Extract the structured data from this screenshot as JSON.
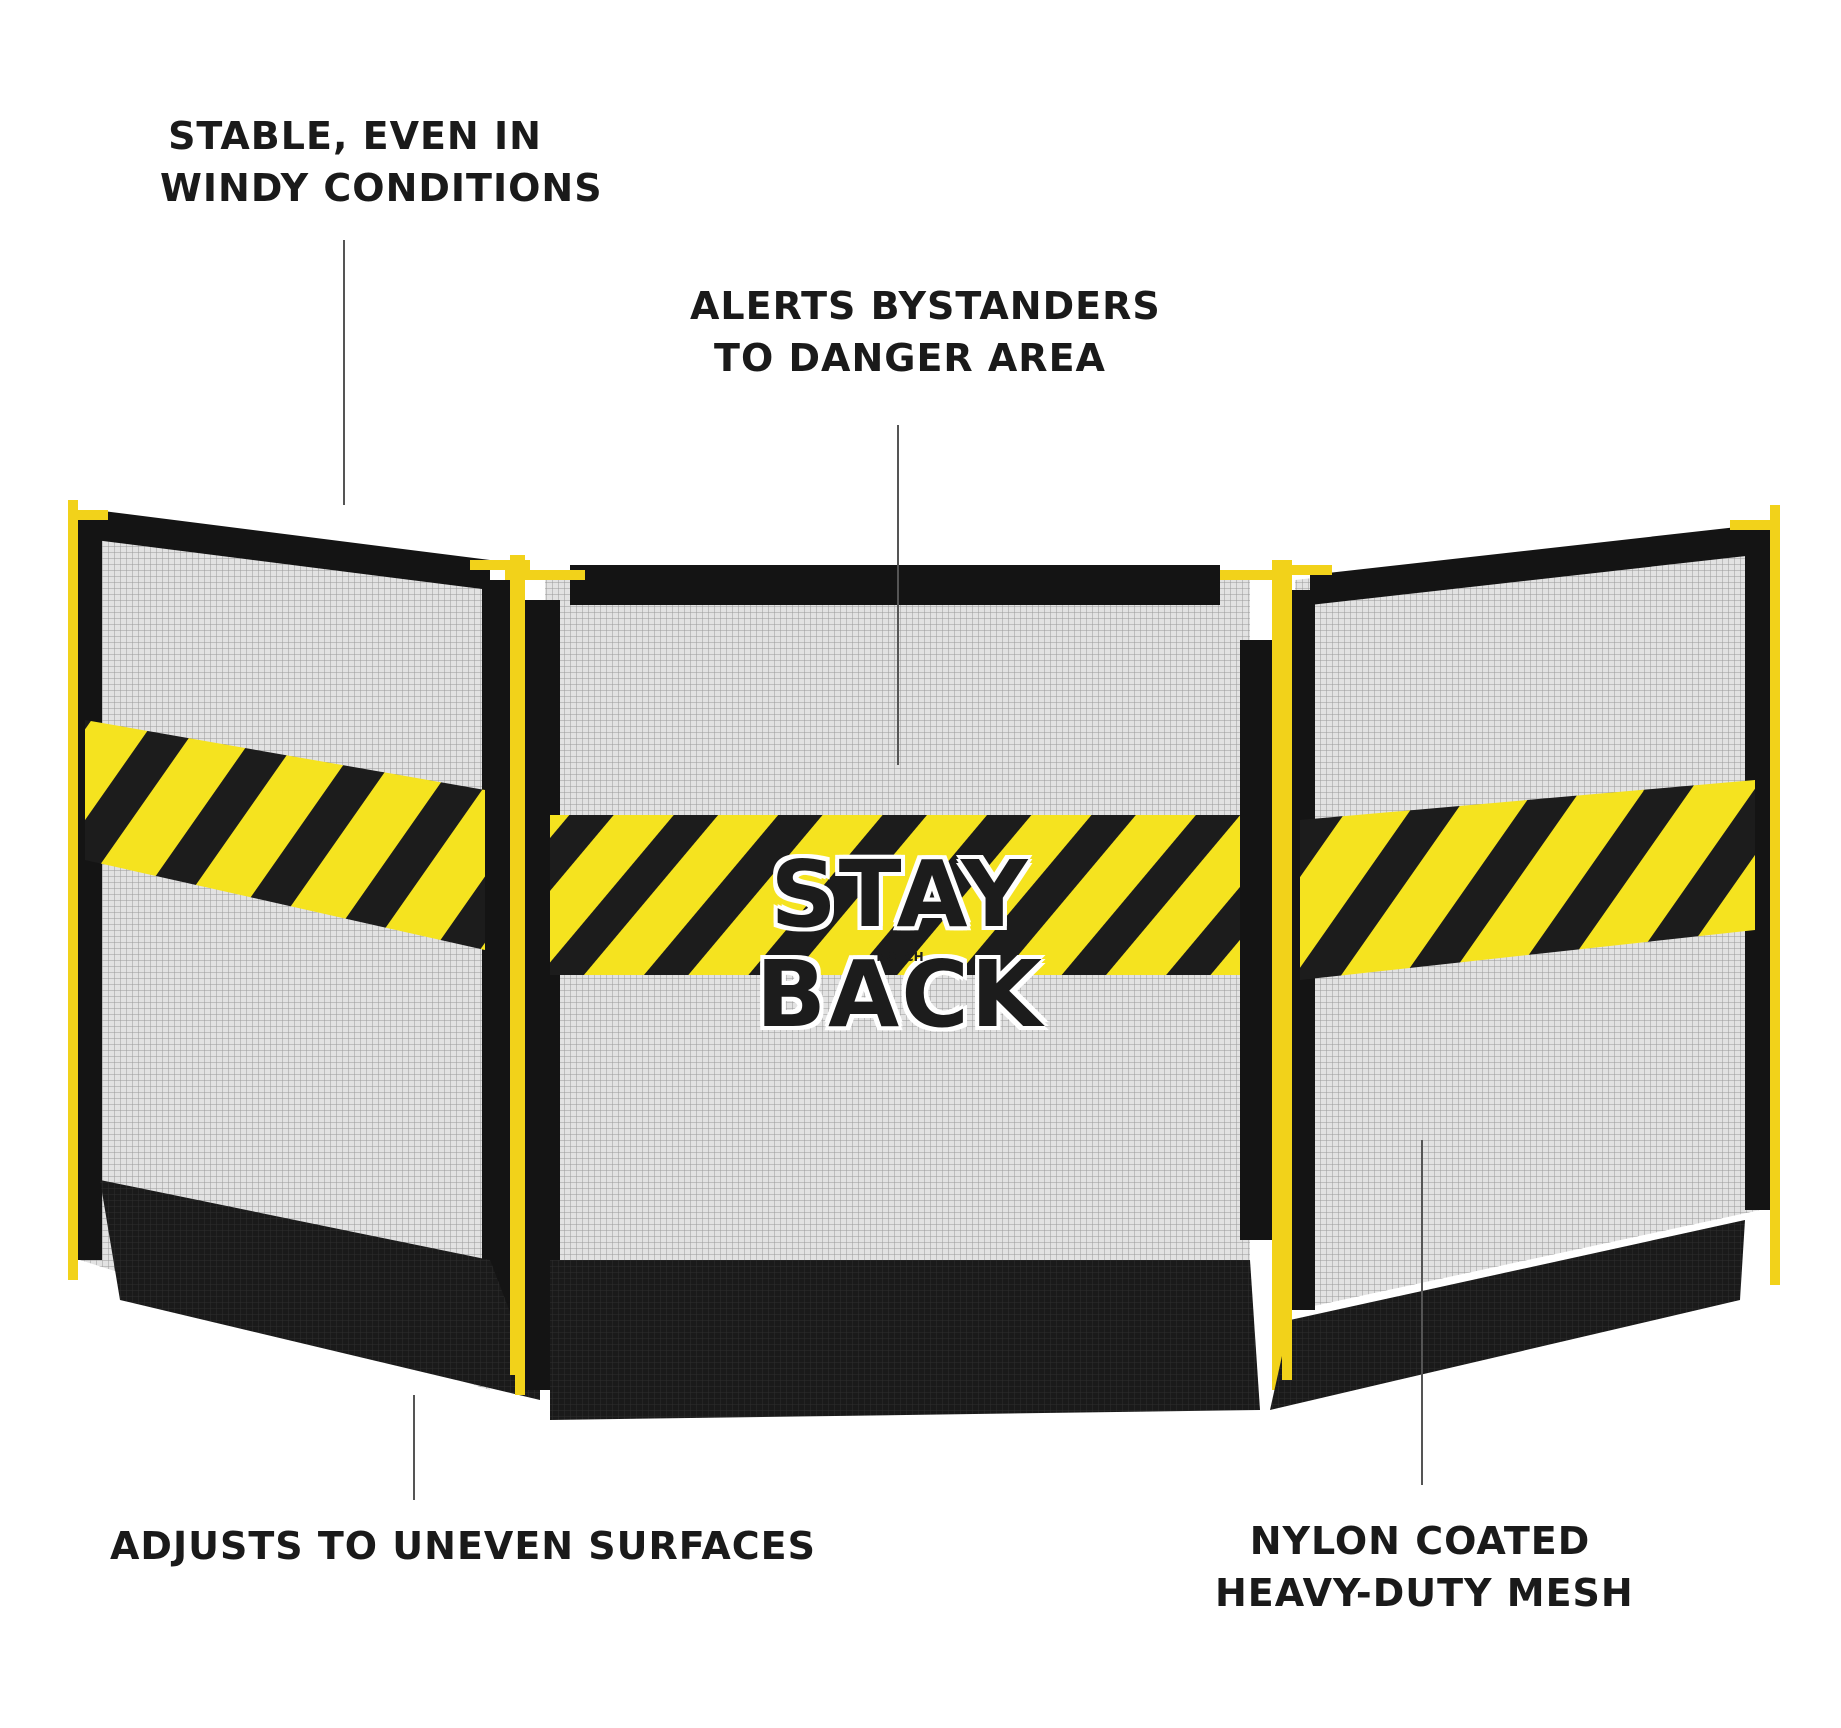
{
  "callouts": {
    "stable": {
      "line1": "STABLE, EVEN IN",
      "line2": "WINDY CONDITIONS"
    },
    "alerts": {
      "line1": "ALERTS BYSTANDERS",
      "line2": "TO DANGER AREA"
    },
    "adjusts": {
      "line1": "ADJUSTS TO UNEVEN SURFACES"
    },
    "nylon": {
      "line1": "NYLON COATED",
      "line2": "HEAVY-DUTY MESH"
    }
  },
  "banner": {
    "text": "STAY BACK",
    "logo_text": "NOTCH"
  },
  "colors": {
    "frame_yellow": "#f2d21a",
    "stripe_yellow": "#f5e31f",
    "stripe_black": "#1c1c1c",
    "mesh_gray": "#d9d9d9",
    "binding_black": "#141414"
  }
}
